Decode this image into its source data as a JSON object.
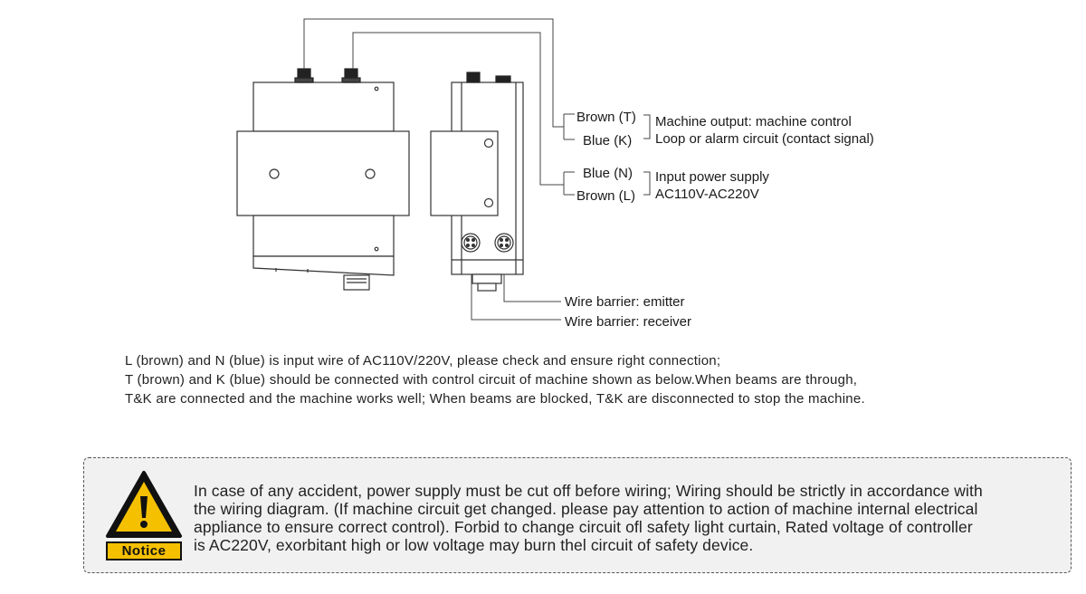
{
  "labels": {
    "brown_t": "Brown (T)",
    "blue_k": "Blue (K)",
    "machine_output_1": "Machine output: machine control",
    "machine_output_2": "Loop or alarm circuit (contact signal)",
    "blue_n": "Blue (N)",
    "brown_l": "Brown (L)",
    "input_power_1": "Input power supply",
    "input_power_2": "AC110V-AC220V",
    "emitter": "Wire barrier: emitter",
    "receiver": "Wire barrier: receiver"
  },
  "description": [
    "L (brown) and N (blue) is input wire of AC110V/220V, please check and ensure right connection;",
    "T (brown) and K (blue) should be connected with control circuit of machine shown as below.When beams are through,",
    "T&K are connected and the machine works well; When beams are blocked, T&K are disconnected to stop the machine."
  ],
  "notice": {
    "label": "Notice",
    "lines": [
      "In case of any accident, power supply must be cut off before wiring;  Wiring should be strictly in accordance with",
      "the wiring diagram. (If machine circuit get changed.  please pay attention to action of machine internal electrical",
      "appliance to ensure correct control).  Forbid to change circuit ofl safety light curtain, Rated voltage of controller",
      "is AC220V, exorbitant high or low voltage may burn thel circuit of safety device."
    ],
    "colors": {
      "warning_yellow": "#f5c000",
      "box_bg": "#f1f1f1"
    },
    "icon": "warning-triangle-icon"
  }
}
